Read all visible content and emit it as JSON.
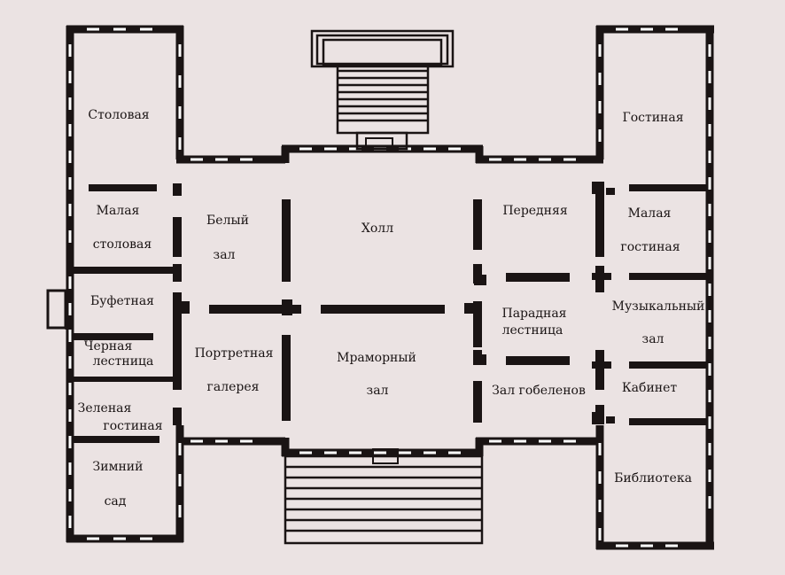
{
  "colors": {
    "background": "#ebe3e3",
    "wall": "#1a1414",
    "window": "#ffffff"
  },
  "rooms": {
    "stolovaya": "Столовая",
    "malaya_stolovaya_1": "Малая",
    "malaya_stolovaya_2": "столовая",
    "bufetnaya": "Буфетная",
    "chernaya_lestnica_1": "Черная",
    "chernaya_lestnica_2": "лестница",
    "zelenaya_gostinaya_1": "Зеленая",
    "zelenaya_gostinaya_2": "гостиная",
    "zimniy_sad_1": "Зимний",
    "zimniy_sad_2": "сад",
    "beliy_zal_1": "Белый",
    "beliy_zal_2": "зал",
    "portretnaya_galereya_1": "Портретная",
    "portretnaya_galereya_2": "галерея",
    "holl": "Холл",
    "mramorniy_zal_1": "Мраморный",
    "mramorniy_zal_2": "зал",
    "perednyaya": "Передняя",
    "paradnaya_lestnica_1": "Парадная",
    "paradnaya_lestnica_2": "лестница",
    "zal_gobelenov": "Зал гобеленов",
    "gostinaya": "Гостиная",
    "malaya_gostinaya_1": "Малая",
    "malaya_gostinaya_2": "гостиная",
    "muzykalniy_zal_1": "Музыкальный",
    "muzykalniy_zal_2": "зал",
    "kabinet": "Кабинет",
    "biblioteka": "Библиотека"
  }
}
